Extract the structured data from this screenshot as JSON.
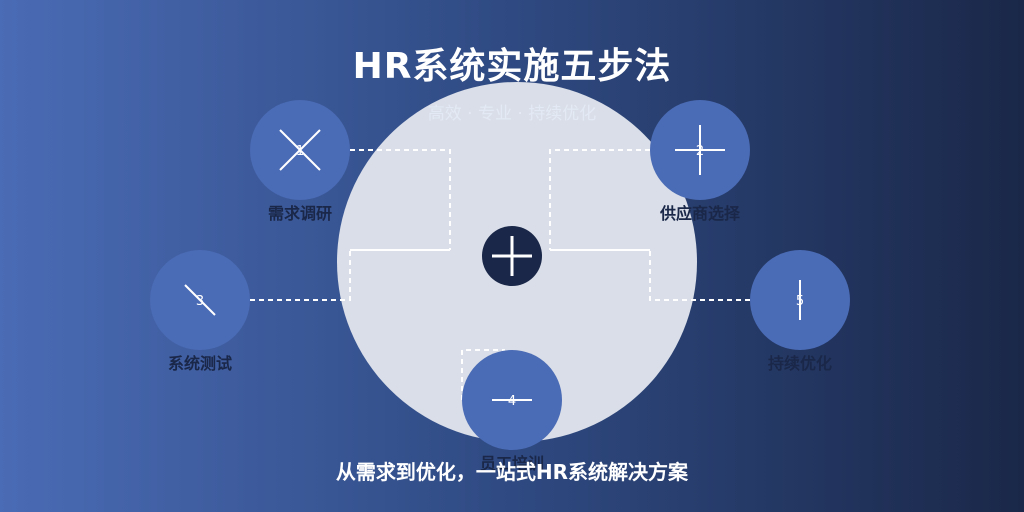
{
  "title": "HR系统实施五步法",
  "subtitle": "高效 · 专业 · 持续优化",
  "footer": "从需求到优化，一站式HR系统解决方案",
  "colors": {
    "gradient_start": "#4A6BB5",
    "gradient_end": "#1A2748",
    "step_circle": "#4A6BB5",
    "center_disc": "#D9DEE8",
    "hub": "#1A2748",
    "label_dark": "#1A2748",
    "dashed_line": "#FFFFFF"
  },
  "center": {
    "icon": "plus-icon"
  },
  "steps": [
    {
      "number": "1",
      "label": "需求调研",
      "icon": "x-cross-icon"
    },
    {
      "number": "2",
      "label": "供应商选择",
      "icon": "plus-icon"
    },
    {
      "number": "3",
      "label": "系统测试",
      "icon": "diagonal-line-icon"
    },
    {
      "number": "4",
      "label": "员工培训",
      "icon": "horizontal-line-icon"
    },
    {
      "number": "5",
      "label": "持续优化",
      "icon": "vertical-line-icon"
    }
  ]
}
